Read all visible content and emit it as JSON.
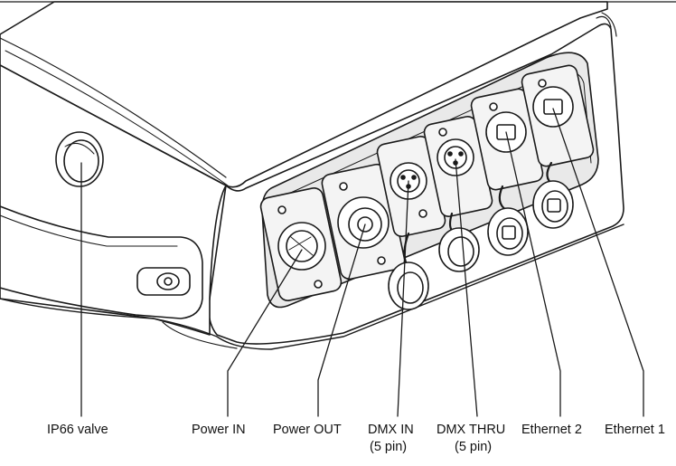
{
  "callouts": {
    "ip66": "IP66 valve",
    "power_in": "Power IN",
    "power_out": "Power OUT",
    "dmx_in": "DMX IN",
    "dmx_in_sub": "(5 pin)",
    "dmx_thru": "DMX THRU",
    "dmx_thru_sub": "(5 pin)",
    "ethernet2": "Ethernet 2",
    "ethernet1": "Ethernet 1"
  },
  "colors": {
    "line": "#1a1a1a",
    "body": "#ffffff",
    "panel": "#e9e9e9",
    "connector": "#f4f4f4",
    "shadow": "#bdbdbd"
  }
}
